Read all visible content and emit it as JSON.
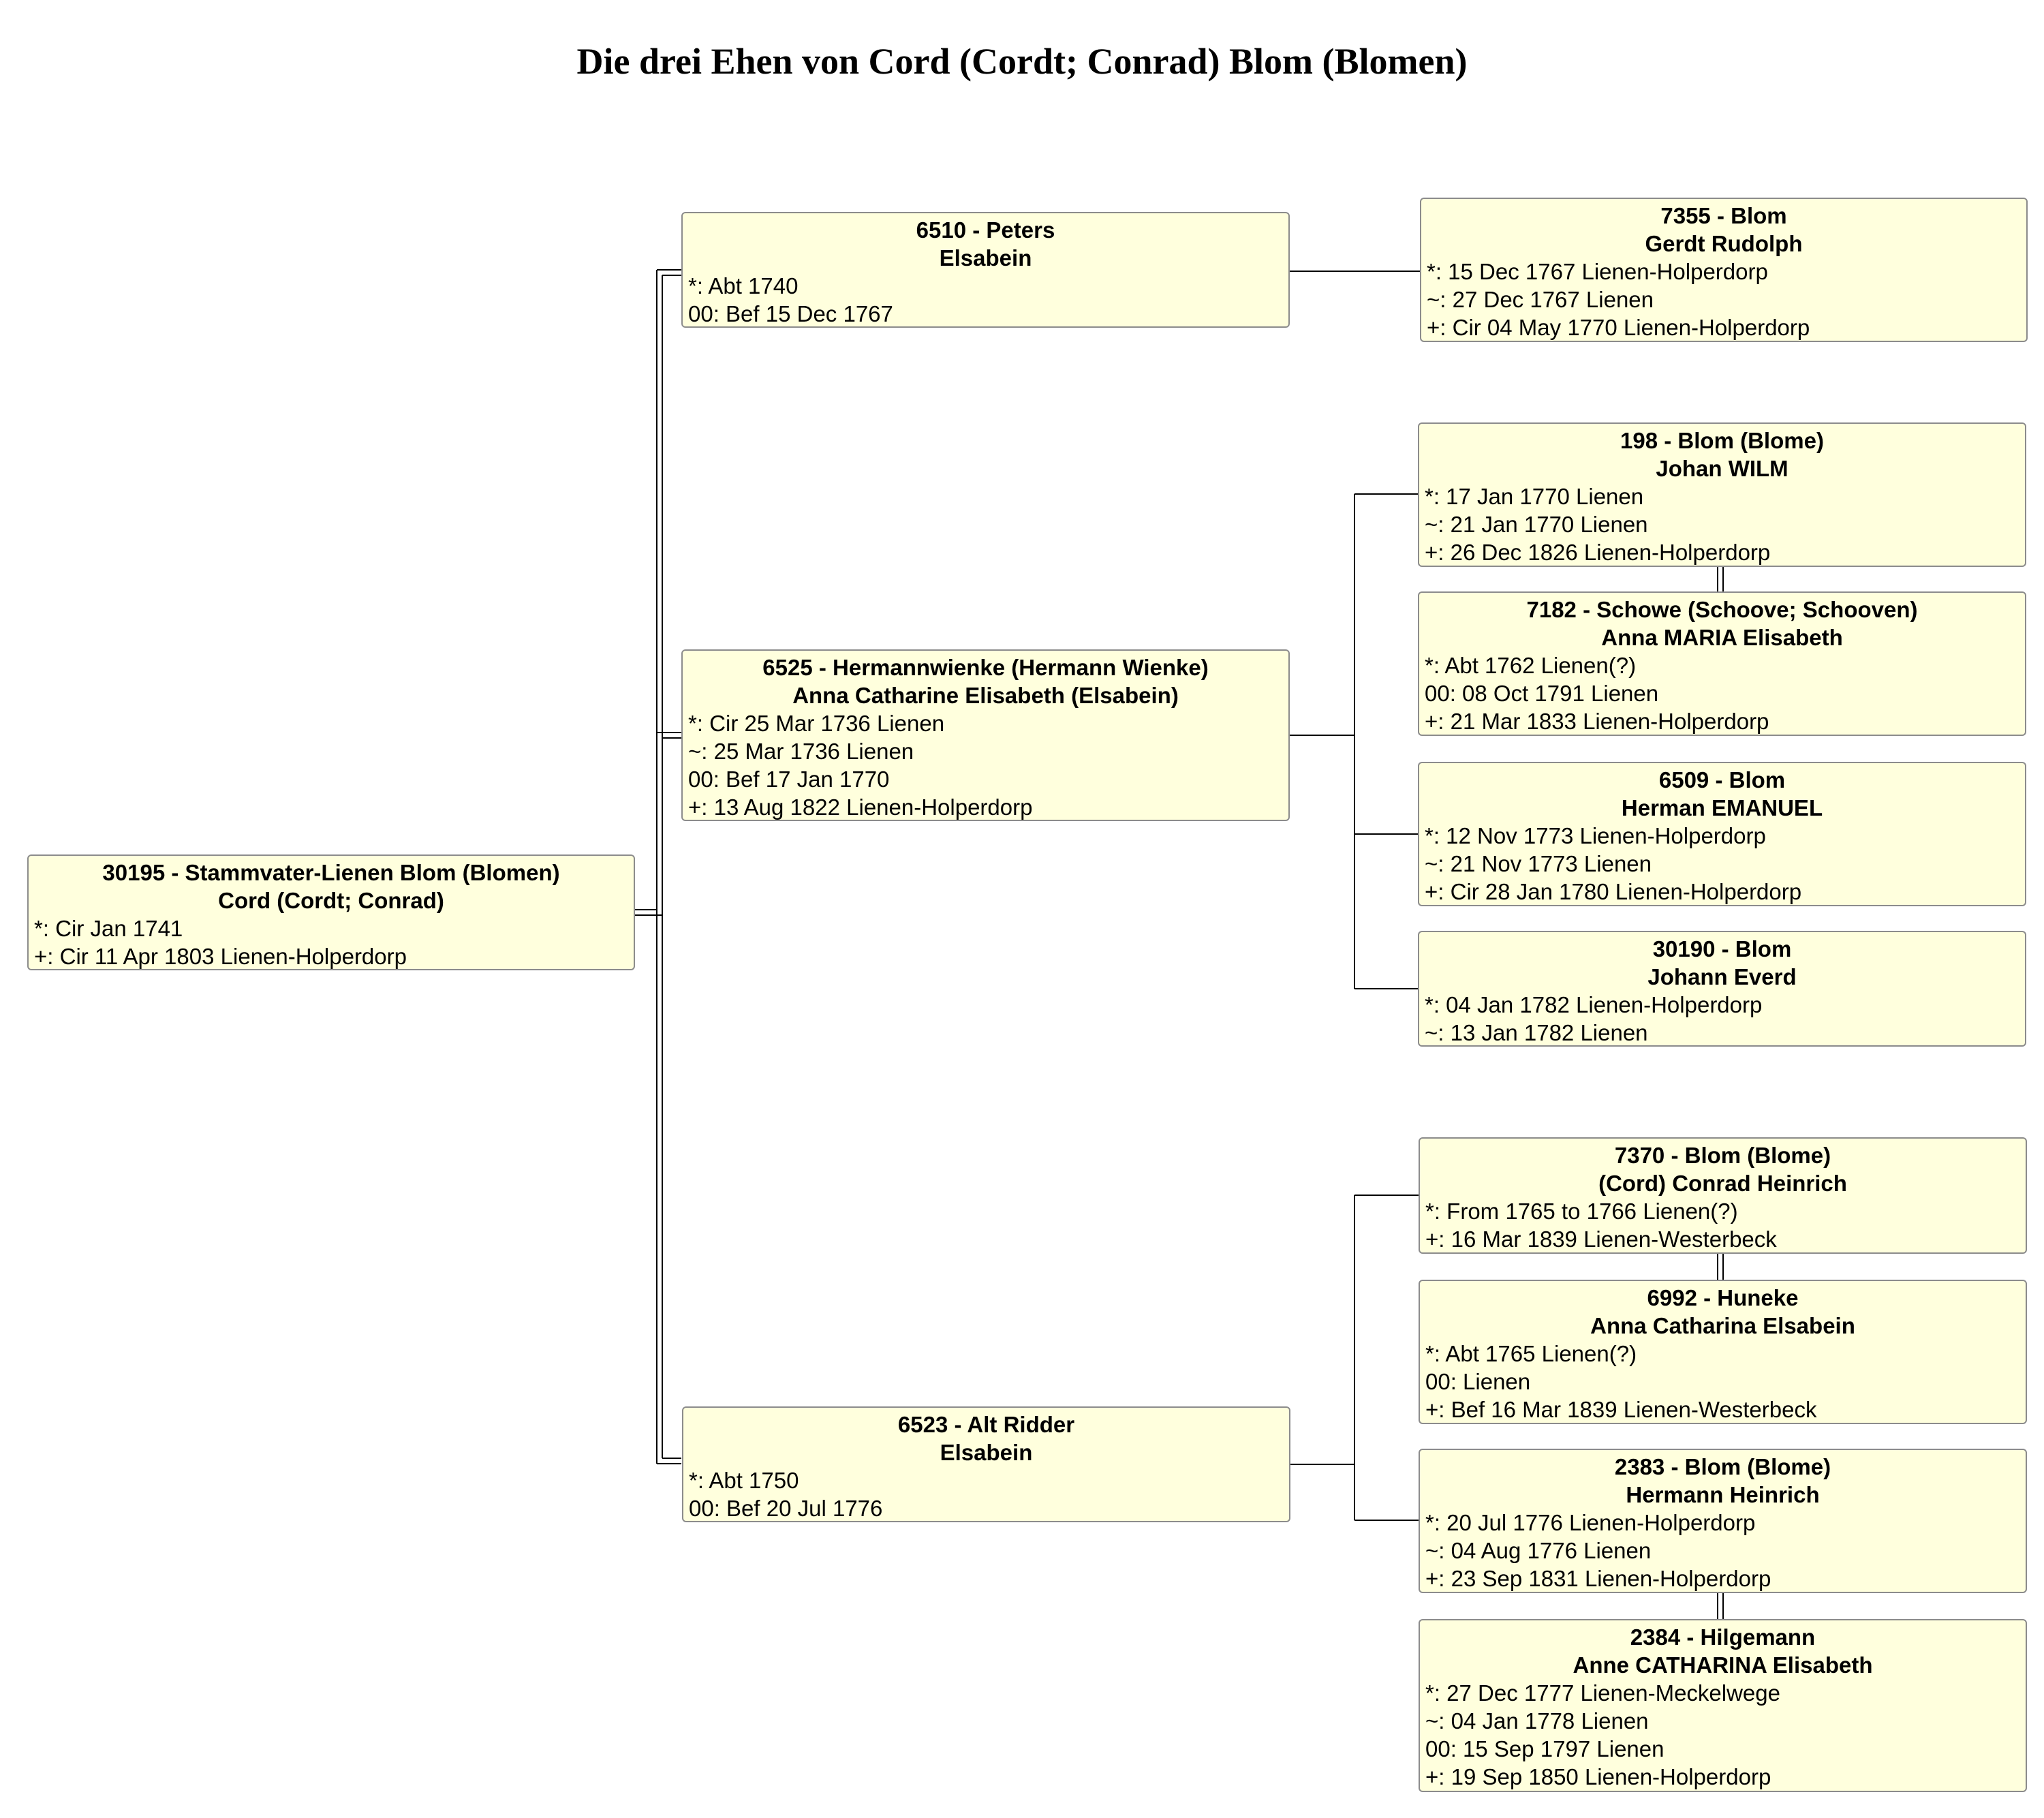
{
  "title": "Die drei Ehen von Cord (Cordt; Conrad) Blom (Blomen)",
  "persons": {
    "p30195": {
      "head1": "30195 - Stammvater-Lienen Blom (Blomen)",
      "head2": "Cord (Cordt; Conrad)",
      "events": [
        "*: Cir Jan 1741",
        "+: Cir 11 Apr 1803 Lienen-Holperdorp"
      ]
    },
    "p6510": {
      "head1": "6510 - Peters",
      "head2": "Elsabein",
      "events": [
        "*: Abt 1740",
        "00: Bef 15 Dec 1767"
      ]
    },
    "p6525": {
      "head1": "6525 - Hermannwienke (Hermann Wienke)",
      "head2": "Anna Catharine Elisabeth (Elsabein)",
      "events": [
        "*: Cir 25 Mar 1736 Lienen",
        "~: 25 Mar 1736 Lienen",
        "00: Bef 17 Jan 1770",
        "+: 13 Aug 1822 Lienen-Holperdorp"
      ]
    },
    "p6523": {
      "head1": "6523 - Alt Ridder",
      "head2": "Elsabein",
      "events": [
        "*: Abt 1750",
        "00: Bef 20 Jul 1776"
      ]
    },
    "p7355": {
      "head1": "7355 - Blom",
      "head2": "Gerdt Rudolph",
      "events": [
        "*: 15 Dec 1767 Lienen-Holperdorp",
        "~: 27 Dec 1767 Lienen",
        "+: Cir 04 May 1770 Lienen-Holperdorp"
      ]
    },
    "p198": {
      "head1": "198 - Blom (Blome)",
      "head2": "Johan WILM",
      "events": [
        "*: 17 Jan 1770 Lienen",
        "~: 21 Jan 1770 Lienen",
        "+: 26 Dec 1826 Lienen-Holperdorp"
      ]
    },
    "p7182": {
      "head1": "7182 - Schowe (Schoove; Schooven)",
      "head2": "Anna MARIA Elisabeth",
      "events": [
        "*: Abt 1762 Lienen(?)",
        "00: 08 Oct 1791 Lienen",
        "+: 21 Mar 1833 Lienen-Holperdorp"
      ]
    },
    "p6509": {
      "head1": "6509 - Blom",
      "head2": "Herman EMANUEL",
      "events": [
        "*: 12 Nov 1773 Lienen-Holperdorp",
        "~: 21 Nov 1773 Lienen",
        "+: Cir 28 Jan 1780 Lienen-Holperdorp"
      ]
    },
    "p30190": {
      "head1": "30190 - Blom",
      "head2": "Johann Everd",
      "events": [
        "*: 04 Jan 1782 Lienen-Holperdorp",
        "~: 13 Jan 1782 Lienen"
      ]
    },
    "p7370": {
      "head1": "7370 - Blom (Blome)",
      "head2": "(Cord) Conrad Heinrich",
      "events": [
        "*: From 1765 to 1766 Lienen(?)",
        "+: 16 Mar 1839 Lienen-Westerbeck"
      ]
    },
    "p6992": {
      "head1": "6992 - Huneke",
      "head2": "Anna Catharina Elsabein",
      "events": [
        "*: Abt 1765 Lienen(?)",
        "00: Lienen",
        "+: Bef 16 Mar 1839 Lienen-Westerbeck"
      ]
    },
    "p2383": {
      "head1": "2383 - Blom (Blome)",
      "head2": "Hermann Heinrich",
      "events": [
        "*: 20 Jul 1776 Lienen-Holperdorp",
        "~: 04 Aug 1776 Lienen",
        "+: 23 Sep 1831 Lienen-Holperdorp"
      ]
    },
    "p2384": {
      "head1": "2384 - Hilgemann",
      "head2": "Anne CATHARINA Elisabeth",
      "events": [
        "*: 27 Dec 1777 Lienen-Meckelwege",
        "~: 04 Jan 1778 Lienen",
        "00: 15 Sep 1797 Lienen",
        "+: 19 Sep 1850 Lienen-Holperdorp"
      ]
    }
  },
  "colors": {
    "card_fill": "#ffffdd",
    "card_border": "#8c8c8c",
    "line": "#000000"
  }
}
